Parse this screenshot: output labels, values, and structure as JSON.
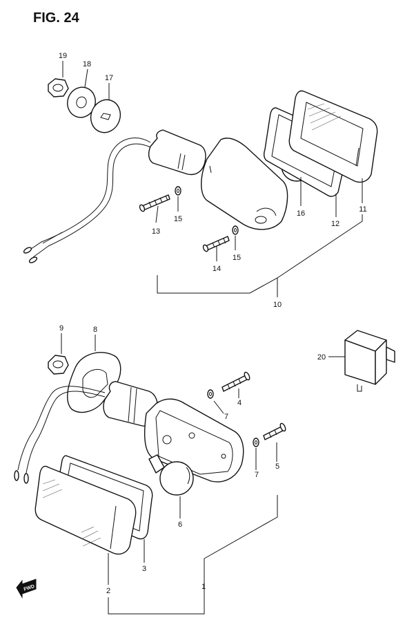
{
  "figure": {
    "title": "FIG. 24"
  },
  "callouts": {
    "p1": "1",
    "p2": "2",
    "p3": "3",
    "p4": "4",
    "p5": "5",
    "p6": "6",
    "p7a": "7",
    "p7b": "7",
    "p8": "8",
    "p9": "9",
    "p10": "10",
    "p11": "11",
    "p12": "12",
    "p13": "13",
    "p14": "14",
    "p15a": "15",
    "p15b": "15",
    "p16": "16",
    "p17": "17",
    "p18": "18",
    "p19": "19",
    "p20": "20"
  },
  "direction_marker": {
    "label": "FWD",
    "icon": "forward-arrow-icon"
  }
}
